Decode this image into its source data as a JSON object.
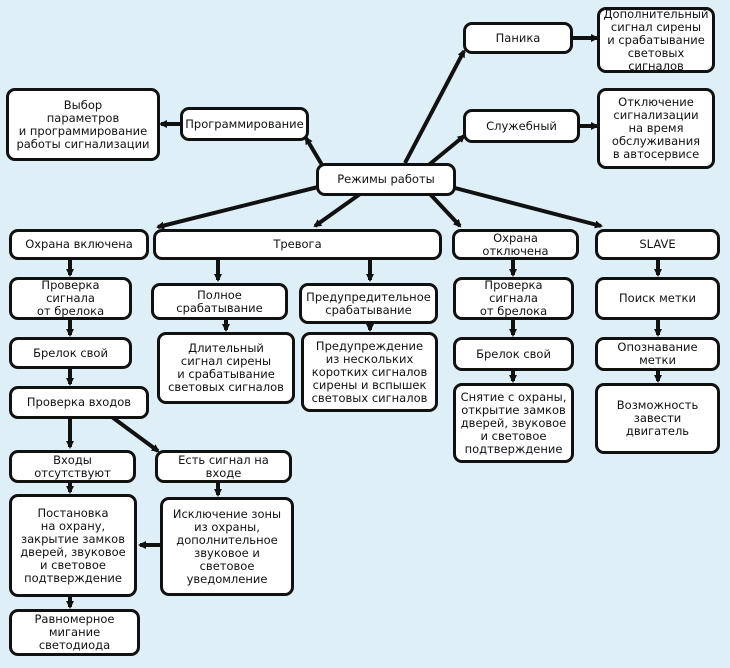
{
  "nodes": {
    "panic": "Паника",
    "panic_desc": "Дополнительный\nсигнал сирены\nи срабатывание\nсветовых сигналов",
    "service": "Служебный",
    "service_desc": "Отключение\nсигнализации\nна время\nобслуживания\nв автосервисе",
    "programming": "Программирование",
    "programming_desc": "Выбор\nпараметров\nи программирование\nработы сигнализации",
    "modes": "Режимы работы",
    "armed": "Охрана включена",
    "alarm": "Тревога",
    "disarmed": "Охрана отключена",
    "slave": "SLAVE",
    "armed_check": "Проверка сигнала\nот брелока",
    "armed_own": "Брелок свой",
    "armed_inputs": "Проверка входов",
    "inputs_absent": "Входы отсутствуют",
    "input_signal": "Есть сигнал на входе",
    "arm_result": "Постановка\nна охрану,\nзакрытие замков\nдверей, звуковое\nи световое\nподтверждение",
    "led": "Равномерное\nмигание светодиода",
    "zone_excl": "Исключение зоны\nиз охраны,\nдополнительное\nзвуковое и световое\nуведомление",
    "full_trigger": "Полное срабатывание",
    "full_desc": "Длительный\nсигнал сирены\nи срабатывание\nсветовых сигналов",
    "warn_trigger": "Предупредительное\nсрабатывание",
    "warn_desc": "Предупреждение\nиз нескольких\nкоротких сигналов\nсирены и вспышек\nсветовых сигналов",
    "dis_check": "Проверка сигнала\nот брелока",
    "dis_own": "Брелок свой",
    "disarm_result": "Снятие с охраны,\nоткрытие замков\nдверей, звуковое\nи световое\nподтверждение",
    "tag_search": "Поиск метки",
    "tag_recog": "Опознавание метки",
    "engine": "Возможность\nзавести двигатель"
  }
}
